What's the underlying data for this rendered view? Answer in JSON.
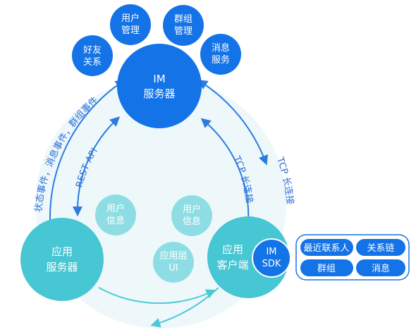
{
  "colors": {
    "dark_blue": "#1473e6",
    "teal": "#47c6d3",
    "light_teal": "#8fdde4",
    "pale_fill": "#eef8fb",
    "arrow_blue": "#2b7be0",
    "arrow_teal": "#4dc9d6",
    "label_blue": "#2c6fd6"
  },
  "im_server": {
    "line1": "IM",
    "line2": "服务器"
  },
  "satellites": {
    "friends": {
      "line1": "好友",
      "line2": "关系"
    },
    "user_mgmt": {
      "line1": "用户",
      "line2": "管理"
    },
    "group_mgmt": {
      "line1": "群组",
      "line2": "管理"
    },
    "message_svc": {
      "line1": "消息",
      "line2": "服务"
    }
  },
  "app_server": {
    "line1": "应用",
    "line2": "服务器"
  },
  "app_client": {
    "line1": "应用",
    "line2": "客户端"
  },
  "inner_nodes": {
    "user_info_left": {
      "line1": "用户",
      "line2": "信息"
    },
    "user_info_right": {
      "line1": "用户",
      "line2": "信息"
    },
    "ui_layer": {
      "line1": "应用层",
      "line2": "UI"
    }
  },
  "im_sdk": {
    "line1": "IM",
    "line2": "SDK"
  },
  "sdk_features": [
    "最近联系人",
    "关系链",
    "群组",
    "消息"
  ],
  "labels": {
    "events": "状态事件，消息事件，群组事件",
    "rest_api": "REST API",
    "tcp_inner": "TCP 长连接",
    "tcp_outer": "TCP 长连接"
  }
}
